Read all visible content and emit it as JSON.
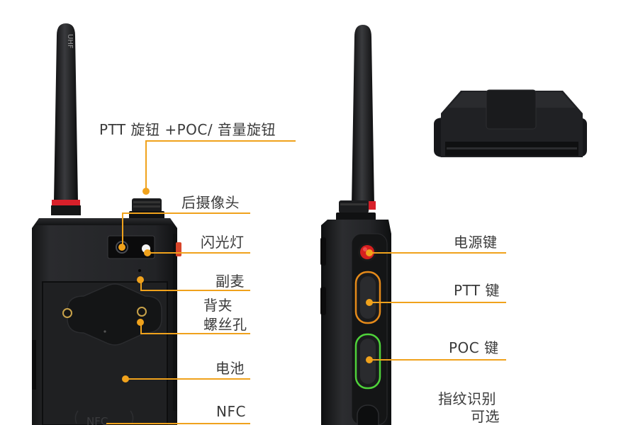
{
  "labels": {
    "ptt_knob": "PTT 旋钮 +POC/ 音量旋钮",
    "rear_camera": "后摄像头",
    "flashlight": "闪光灯",
    "sub_mic": "副麦",
    "clip_line1": "背夹",
    "clip_line2": "螺丝孔",
    "battery": "电池",
    "nfc": "NFC",
    "power_key": "电源键",
    "ptt_key": "PTT 键",
    "poc_key": "POC 键",
    "fingerprint_line1": "指纹识别",
    "fingerprint_line2": "可选"
  },
  "device_text": {
    "antenna_mark": "UHF",
    "nfc_mark": "NFC"
  },
  "colors": {
    "callout": "#f0a21c",
    "body": "#1d1e20",
    "antenna_band": "#d8202a",
    "power_button": "#d61f1f",
    "ptt_ring": "#e58a1a",
    "poc_ring": "#4fd23a",
    "text": "#3a3a3a"
  }
}
